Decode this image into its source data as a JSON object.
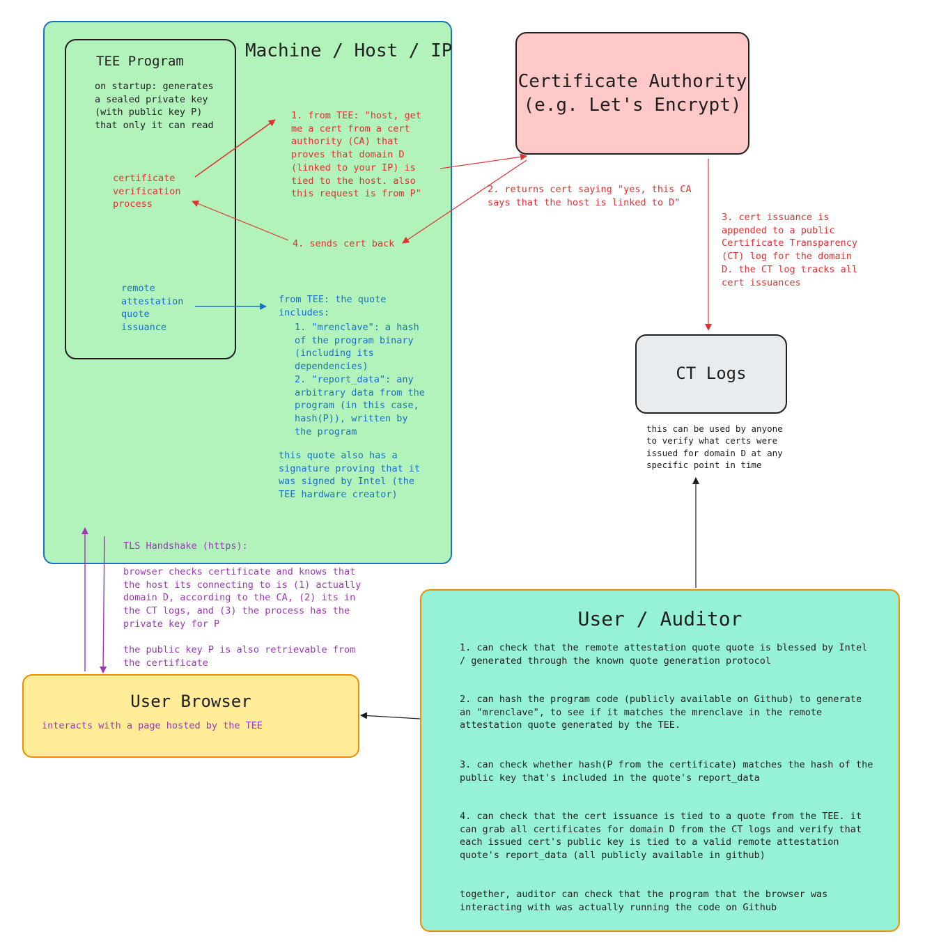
{
  "machine": {
    "title": "Machine / Host / IP"
  },
  "tee_program": {
    "title": "TEE Program",
    "startup_text": "on startup: generates\na sealed private key\n(with public key P)\nthat only it can read",
    "cert_process": "certificate\nverification\nprocess",
    "attestation": "remote\nattestation\nquote\nissuance"
  },
  "steps": {
    "step1": "1. from TEE: \"host, get\nme a cert from a cert\nauthority (CA) that\nproves that domain D\n(linked to your IP) is\ntied to the host. also\nthis request is from P\"",
    "step2": "2. returns cert saying \"yes, this CA\nsays that the host is linked to D\"",
    "step3": "3. cert issuance is\nappended to a public\nCertificate Transparency\n(CT) log for the domain\nD. the CT log tracks all\ncert issuances",
    "step4": "4. sends cert back"
  },
  "quote": {
    "intro": "from TEE: the quote\nincludes:",
    "items": "1. \"mrenclave\": a hash\nof the program binary\n(including its\ndependencies)\n2. \"report_data\": any\narbitrary data from the\nprogram (in this case,\nhash(P)), written by\nthe program",
    "signature": "this quote also has a\nsignature proving that it\nwas signed by Intel (the\nTEE hardware creator)"
  },
  "ca": {
    "title": "Certificate Authority\n(e.g. Let's Encrypt)"
  },
  "ct_logs": {
    "title": "CT Logs",
    "note": "this can be used by anyone\nto verify what certs were\nissued for domain D at any\nspecific point in time"
  },
  "tls": {
    "title": "TLS Handshake (https):",
    "body": "browser checks certificate and knows that\nthe host its connecting to is (1) actually\ndomain D, according to the CA, (2) its in\nthe CT logs, and (3) the process has the\nprivate key for P",
    "public_key": "the public key P is also retrievable from\nthe certificate"
  },
  "browser": {
    "title": "User Browser",
    "subtitle": "interacts with a page hosted by the TEE"
  },
  "auditor": {
    "title": "User / Auditor",
    "item1": "1. can check that the remote attestation quote quote is blessed by Intel\n/ generated through the known quote generation protocol",
    "item2": "2. can hash the program code (publicly available on Github) to generate\nan \"mrenclave\", to see if it matches the mrenclave in the remote\nattestation quote generated by the TEE.",
    "item3": "3. can check whether hash(P from the certificate) matches the hash of the\npublic key that's included in the quote's report_data",
    "item4": "4. can check that the cert issuance is tied to a quote from the TEE. it\ncan grab all certificates for domain D from the CT logs and verify that\neach issued cert's public key is tied to a valid remote attestation\nquote's report_data (all publicly available in github)",
    "summary": "together, auditor can check that the program that the browser was\ninteracting with was actually running the code on Github"
  },
  "colors": {
    "machine_fill": "#b2f2bb",
    "ca_fill": "#ffc9c9",
    "ct_fill": "#e9ecef",
    "browser_fill": "#ffec99",
    "auditor_fill": "#96f2d7",
    "red_text": "#e03131",
    "blue_text": "#1971c2",
    "purple_text": "#9c36b5"
  }
}
